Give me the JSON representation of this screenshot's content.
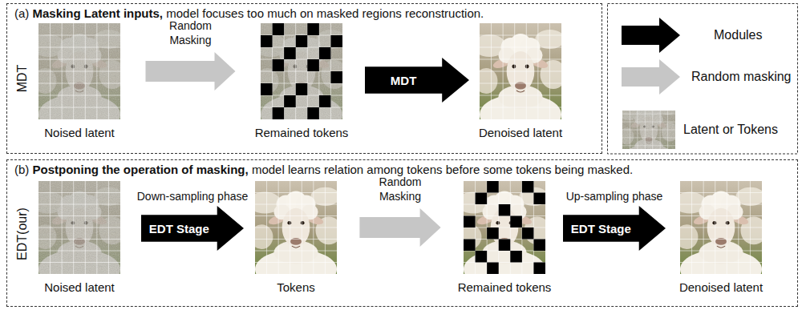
{
  "diagram": {
    "nodes": [
      {
        "text": [
          "(a)",
          "Masking Latent inputs,",
          "model focuses too much on masked regions reconstruction."
        ]
      },
      {
        "text": [
          "Noised latent"
        ],
        "in": 0
      },
      {
        "text": [
          "Remained tokens"
        ],
        "in": 0
      },
      {
        "text": [
          "MDT"
        ],
        "in": 0
      },
      {
        "text": [
          "Denoised latent"
        ],
        "in": 0
      },
      {
        "text": [
          "(b)",
          "Postponing the operation of masking,",
          "model learns relation among tokens before some tokens being masked."
        ]
      },
      {
        "text": [
          "Noised latent"
        ],
        "in": 5
      },
      {
        "text": [
          "Down-sampling phase",
          "EDT Stage"
        ],
        "in": 5
      },
      {
        "text": [
          "Tokens"
        ],
        "in": 5
      },
      {
        "text": [
          "Remained tokens"
        ],
        "in": 5
      },
      {
        "text": [
          "Up-sampling phase",
          "EDT Stage"
        ],
        "in": 5
      },
      {
        "text": [
          "Denoised latent"
        ],
        "in": 5
      }
    ],
    "edges": [
      {
        "from": 1,
        "to": 2,
        "arrow": "to",
        "label": "Random Masking"
      },
      {
        "from": 8,
        "to": 9,
        "arrow": "to",
        "label": "Random Masking"
      }
    ],
    "labels": [
      "MDT",
      "EDT(our)"
    ],
    "legend": [
      {
        "text": "Modules"
      },
      {
        "text": "Random masking"
      },
      {
        "text": "Latent or Tokens"
      }
    ]
  }
}
